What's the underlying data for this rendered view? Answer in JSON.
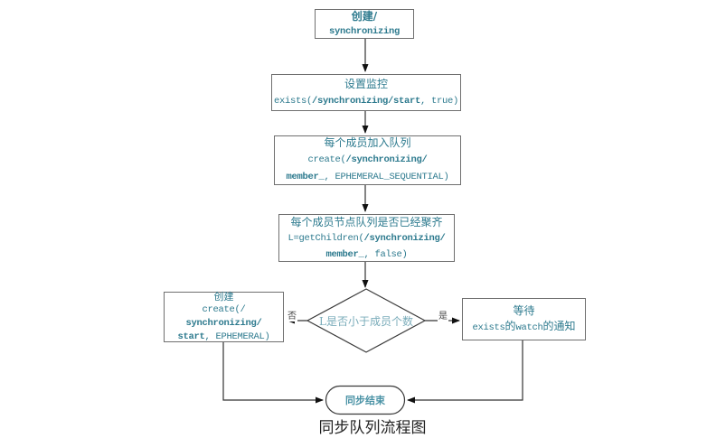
{
  "palette": {
    "node_text": "#2d7a8e",
    "decision_text": "#7aacba",
    "terminator_text": "#4b93a6",
    "edge_label_text": "#444444",
    "caption_text": "#222222",
    "box_border": "#6f6f6f",
    "line": "#333333",
    "background": "#ffffff"
  },
  "flowchart": {
    "caption": "同步队列流程图",
    "nodes": {
      "create_root": {
        "shape": "rect",
        "lines": [
          [
            {
              "t": "创建/",
              "b": true
            }
          ],
          [
            {
              "t": "synchronizing",
              "b": true,
              "m": true
            }
          ]
        ]
      },
      "set_watch": {
        "shape": "rect",
        "lines": [
          [
            {
              "t": "设置监控"
            }
          ],
          [
            {
              "t": "exists(",
              "m": true
            },
            {
              "t": "/synchronizing/start",
              "m": true,
              "b": true
            },
            {
              "t": ", true)",
              "m": true
            }
          ]
        ]
      },
      "join_queue": {
        "shape": "rect",
        "lines": [
          [
            {
              "t": "每个成员加入队列"
            }
          ],
          [
            {
              "t": "create(",
              "m": true
            },
            {
              "t": "/synchronizing/",
              "m": true,
              "b": true
            }
          ],
          [
            {
              "t": "member_",
              "m": true,
              "b": true
            },
            {
              "t": ", EPHEMERAL_SEQUENTIAL)",
              "m": true
            }
          ]
        ]
      },
      "check_gathered": {
        "shape": "rect",
        "lines": [
          [
            {
              "t": "每个成员节点队列是否已经聚齐"
            }
          ],
          [
            {
              "t": "L=getChildren(",
              "m": true
            },
            {
              "t": "/synchronizing/",
              "m": true,
              "b": true
            }
          ],
          [
            {
              "t": "member_",
              "m": true,
              "b": true
            },
            {
              "t": ", false)",
              "m": true
            }
          ]
        ]
      },
      "decision": {
        "shape": "diamond",
        "text": "L是否小于成员个数"
      },
      "create_start": {
        "shape": "rect",
        "lines": [
          [
            {
              "t": "创建"
            }
          ],
          [
            {
              "t": "create(/",
              "m": true
            }
          ],
          [
            {
              "t": "synchronizing/",
              "m": true,
              "b": true
            }
          ],
          [
            {
              "t": "start",
              "m": true,
              "b": true
            },
            {
              "t": ", EPHEMERAL)",
              "m": true
            }
          ]
        ]
      },
      "wait_notify": {
        "shape": "rect",
        "lines": [
          [
            {
              "t": "等待"
            }
          ],
          [
            {
              "t": "exists",
              "m": true
            },
            {
              "t": "的"
            },
            {
              "t": "watch",
              "m": true
            },
            {
              "t": "的通知"
            }
          ]
        ]
      },
      "end": {
        "shape": "terminator",
        "text": "同步结束"
      }
    },
    "edge_labels": {
      "no": "否",
      "yes": "是"
    }
  }
}
